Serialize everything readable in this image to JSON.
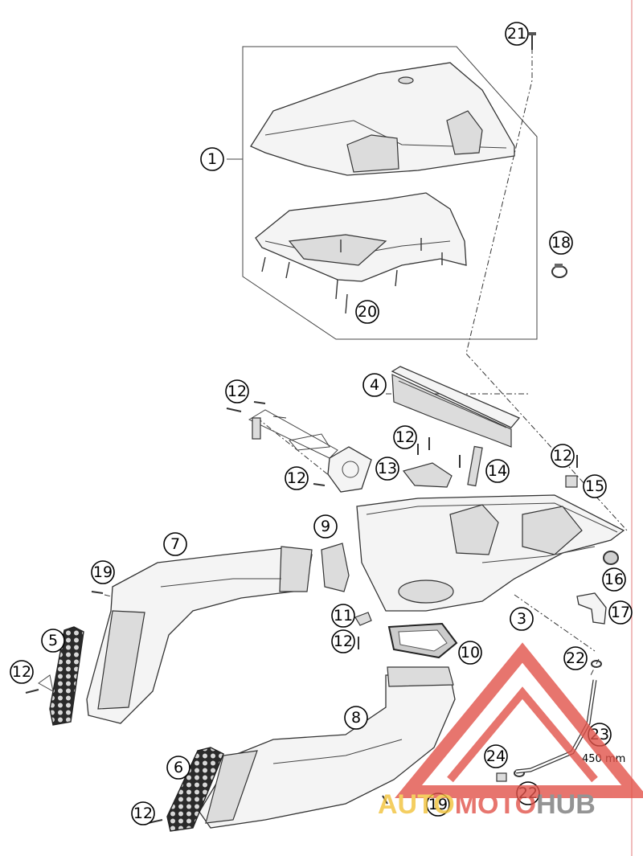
{
  "callouts": {
    "c1": "1",
    "c3": "3",
    "c4": "4",
    "c5": "5",
    "c6": "6",
    "c7": "7",
    "c8": "8",
    "c9": "9",
    "c10": "10",
    "c11": "11",
    "c13": "13",
    "c14": "14",
    "c15": "15",
    "c16": "16",
    "c17": "17",
    "c18": "18",
    "c19a": "19",
    "c19b": "19",
    "c20": "20",
    "c21": "21",
    "c22a": "22",
    "c22b": "22",
    "c23": "23",
    "c24": "24",
    "c12a": "12",
    "c12b": "12",
    "c12c": "12",
    "c12d": "12",
    "c12e": "12",
    "c12f": "12",
    "c12g": "12"
  },
  "hose_length": "450 mm",
  "watermark": {
    "part1": "AUTO",
    "part2": "MOTO",
    "part3": "HUB",
    "color_auto": "#f2c23a",
    "color_moto": "#e2534a",
    "color_hub": "#7a7a7a"
  }
}
